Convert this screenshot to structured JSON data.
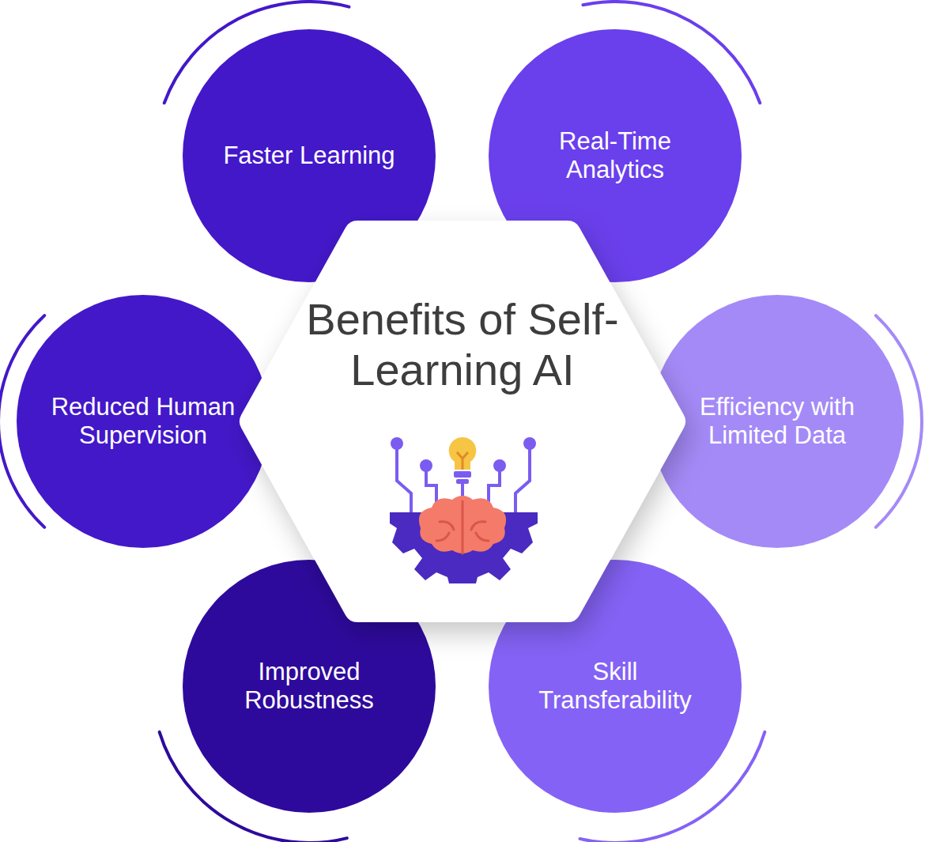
{
  "diagram": {
    "title": "Benefits of Self-Learning AI",
    "nodes": [
      {
        "text": [
          "Faster Learning"
        ]
      },
      {
        "text": [
          "Real-Time Analytics"
        ]
      },
      {
        "text": [
          "Reduced Human Supervision"
        ]
      },
      {
        "text": [
          "Efficiency with Limited Data"
        ]
      },
      {
        "text": [
          "Improved Robustness"
        ]
      },
      {
        "text": [
          "Skill Transferability"
        ]
      }
    ]
  }
}
